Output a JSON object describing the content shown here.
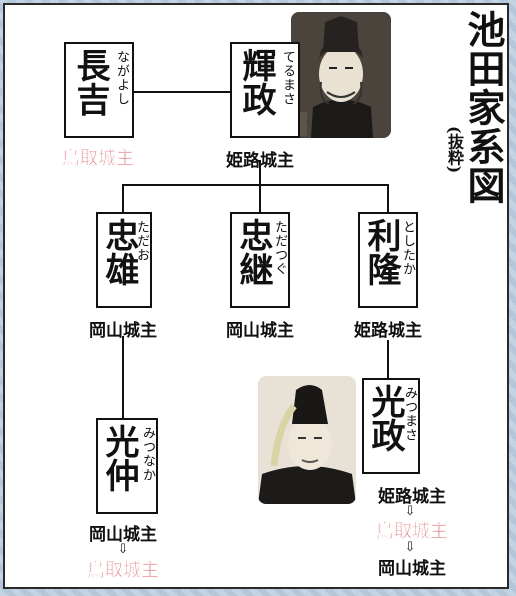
{
  "title": "池田家系図",
  "subtitle": "(抜粋)",
  "people": {
    "nagayoshi": {
      "name": "長吉",
      "reading": "ながよし",
      "castle": "鳥取城主"
    },
    "terumasa": {
      "name": "輝政",
      "reading": "てるまさ",
      "castle": "姫路城主"
    },
    "tadao": {
      "name": "忠雄",
      "reading": "ただお",
      "castle": "岡山城主"
    },
    "tadatsugu": {
      "name": "忠継",
      "reading": "ただつぐ",
      "castle": "岡山城主"
    },
    "toshitaka": {
      "name": "利隆",
      "reading": "としたか",
      "castle": "姫路城主"
    },
    "mitsunaka": {
      "name": "光仲",
      "reading": "みつなか",
      "castle": "岡山城主",
      "castle2": "鳥取城主"
    },
    "mitsumasa": {
      "name": "光政",
      "reading": "みつまさ",
      "castle": "姫路城主",
      "castle2": "鳥取城主",
      "castle3": "岡山城主"
    }
  },
  "arrow": "⇩",
  "colors": {
    "red": "#c0141c",
    "background": "#b9cbdc"
  }
}
